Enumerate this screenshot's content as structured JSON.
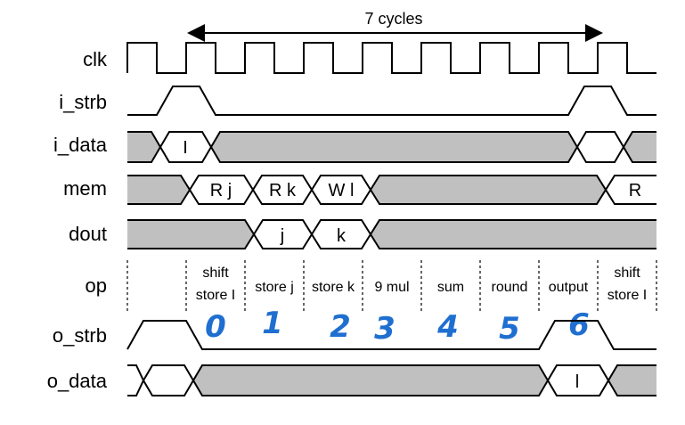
{
  "diagram": {
    "cycles_label": "7 cycles",
    "signals": [
      {
        "key": "clk",
        "label": "clk"
      },
      {
        "key": "i_strb",
        "label": "i_strb"
      },
      {
        "key": "i_data",
        "label": "i_data"
      },
      {
        "key": "mem",
        "label": "mem"
      },
      {
        "key": "dout",
        "label": "dout"
      },
      {
        "key": "op",
        "label": "op"
      },
      {
        "key": "o_strb",
        "label": "o_strb"
      },
      {
        "key": "o_data",
        "label": "o_data"
      }
    ],
    "values": {
      "i_data": [
        "I"
      ],
      "mem": [
        "R j",
        "R k",
        "W l",
        "R"
      ],
      "dout": [
        "j",
        "k"
      ],
      "o_data": [
        "l"
      ]
    },
    "ops": [
      {
        "line1": "shift",
        "line2": "store I"
      },
      {
        "line1": "store j",
        "line2": ""
      },
      {
        "line1": "store k",
        "line2": ""
      },
      {
        "line1": "9 mul",
        "line2": ""
      },
      {
        "line1": "sum",
        "line2": ""
      },
      {
        "line1": "round",
        "line2": ""
      },
      {
        "line1": "output",
        "line2": ""
      },
      {
        "line1": "shift",
        "line2": "store I"
      }
    ],
    "cycle_numbers": [
      "0",
      "1",
      "2",
      "3",
      "4",
      "5",
      "6"
    ],
    "colors": {
      "bus_fill": "#c0c0c0",
      "line": "#000000",
      "handwriting": "#1f6fd0"
    }
  }
}
